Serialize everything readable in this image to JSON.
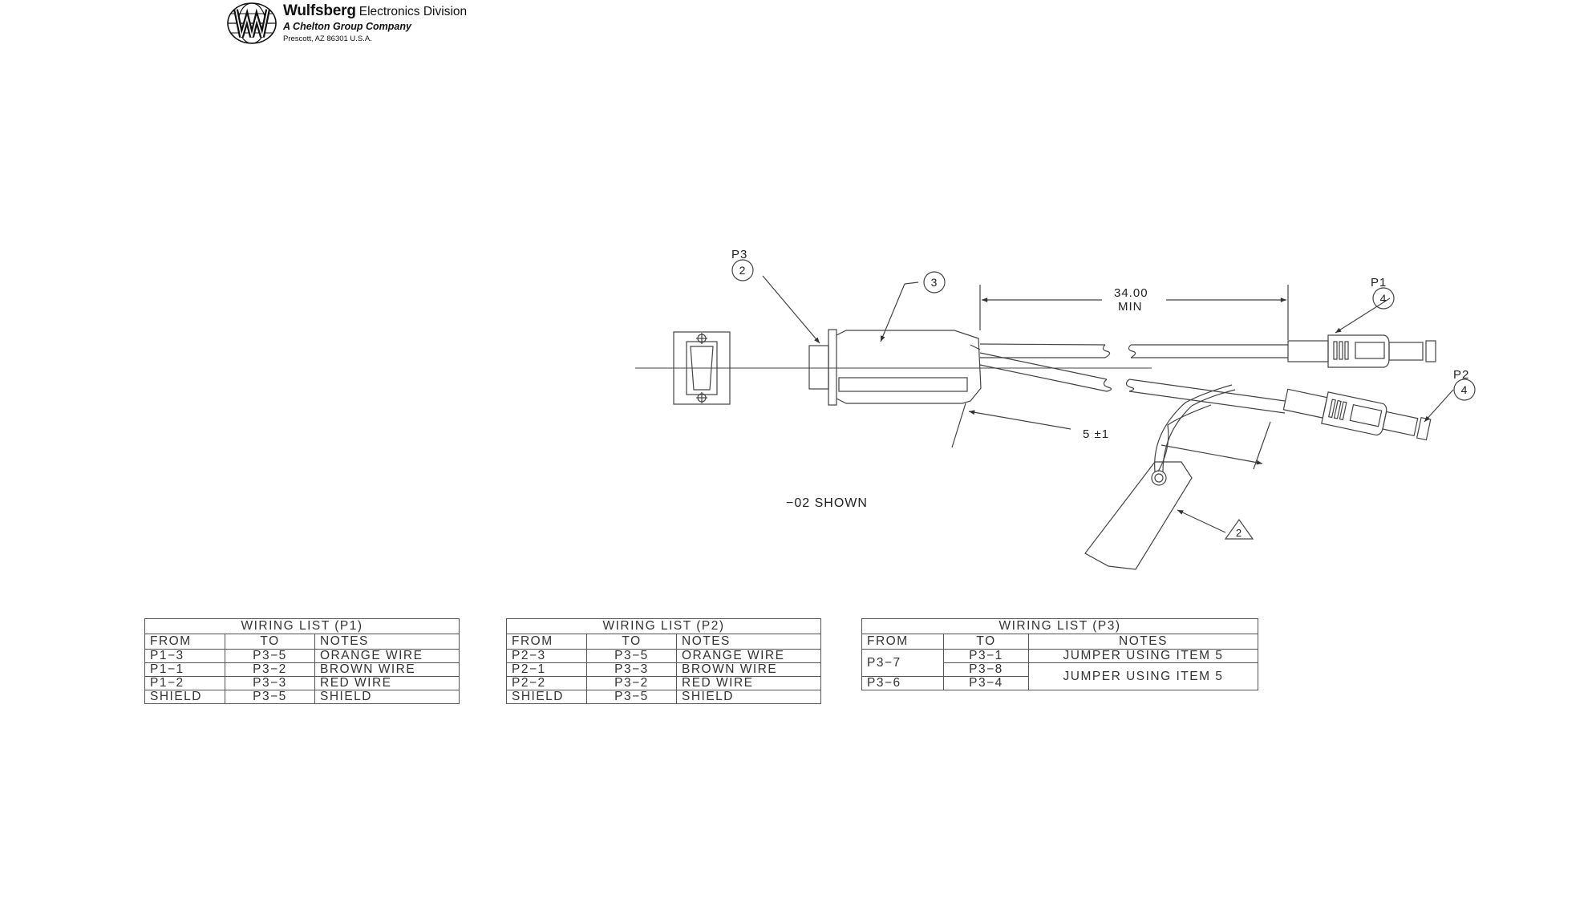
{
  "header": {
    "company": "Wulfsberg",
    "division": "Electronics Division",
    "parent": "A Chelton Group Company",
    "address": "Prescott, AZ  86301  U.S.A."
  },
  "drawing": {
    "labels": {
      "p3": "P3",
      "p1": "P1",
      "p2": "P2",
      "dim_length": "34.00",
      "dim_min": "MIN",
      "dim_offset": "5  ±1",
      "shown": "−02  SHOWN"
    },
    "balloons": {
      "p3_item": "2",
      "backshell_item": "3",
      "p1_item": "4",
      "p2_item": "4",
      "tag_note": "2"
    }
  },
  "tables": {
    "p1": {
      "title": "WIRING  LIST  (P1)",
      "headers": [
        "FROM",
        "TO",
        "NOTES"
      ],
      "rows": [
        [
          "P1−3",
          "P3−5",
          "ORANGE  WIRE"
        ],
        [
          "P1−1",
          "P3−2",
          "BROWN  WIRE"
        ],
        [
          "P1−2",
          "P3−3",
          "RED  WIRE"
        ],
        [
          "SHIELD",
          "P3−5",
          "SHIELD"
        ]
      ]
    },
    "p2": {
      "title": "WIRING  LIST  (P2)",
      "headers": [
        "FROM",
        "TO",
        "NOTES"
      ],
      "rows": [
        [
          "P2−3",
          "P3−5",
          "ORANGE  WIRE"
        ],
        [
          "P2−1",
          "P3−3",
          "BROWN  WIRE"
        ],
        [
          "P2−2",
          "P3−2",
          "RED  WIRE"
        ],
        [
          "SHIELD",
          "P3−5",
          "SHIELD"
        ]
      ]
    },
    "p3": {
      "title": "WIRING  LIST  (P3)",
      "headers": [
        "FROM",
        "TO",
        "NOTES"
      ],
      "from_1": "P3−7",
      "to_1": "P3−1",
      "to_2": "P3−8",
      "from_3": "P3−6",
      "to_3": "P3−4",
      "note_1": "JUMPER  USING  ITEM  5",
      "note_2": "JUMPER  USING  ITEM  5"
    }
  }
}
